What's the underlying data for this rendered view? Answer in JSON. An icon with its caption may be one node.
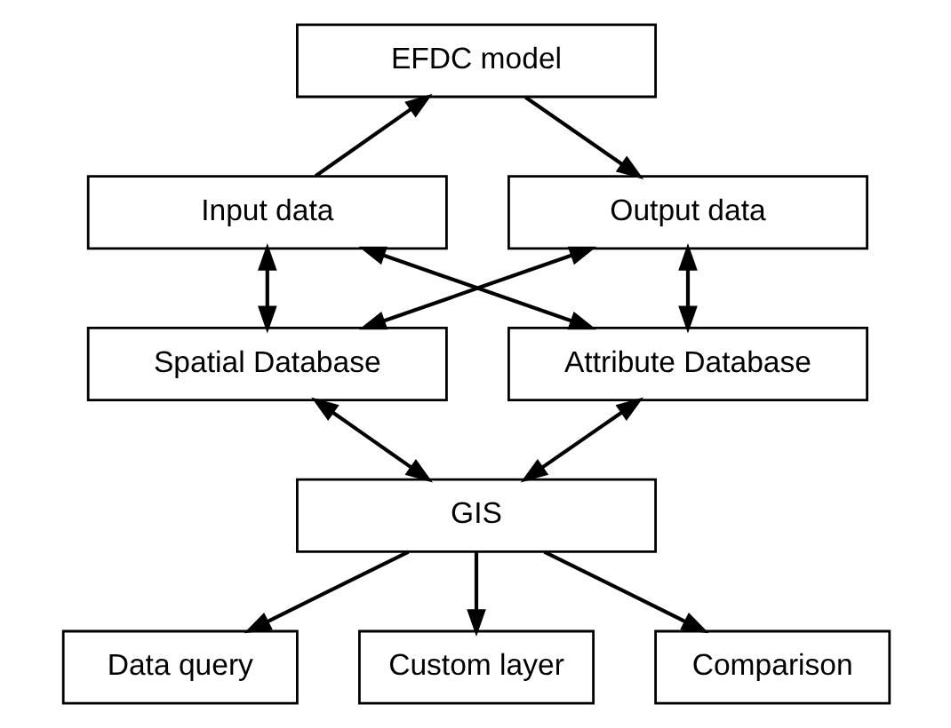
{
  "diagram": {
    "nodes": [
      {
        "text": [
          "EFDC model"
        ]
      },
      {
        "text": [
          "Input data"
        ]
      },
      {
        "text": [
          "Output data"
        ]
      },
      {
        "text": [
          "Spatial Database"
        ]
      },
      {
        "text": [
          "Attribute Database"
        ]
      },
      {
        "text": [
          "GIS"
        ]
      },
      {
        "text": [
          "Data query"
        ]
      },
      {
        "text": [
          "Custom layer"
        ]
      },
      {
        "text": [
          "Comparison"
        ]
      }
    ],
    "edges": [
      {
        "from": 1,
        "to": 0,
        "arrow": "to"
      },
      {
        "from": 0,
        "to": 2,
        "arrow": "to"
      },
      {
        "from": 1,
        "to": 3,
        "arrow": "both"
      },
      {
        "from": 1,
        "to": 4,
        "arrow": "both"
      },
      {
        "from": 2,
        "to": 3,
        "arrow": "both"
      },
      {
        "from": 2,
        "to": 4,
        "arrow": "both"
      },
      {
        "from": 3,
        "to": 5,
        "arrow": "both"
      },
      {
        "from": 4,
        "to": 5,
        "arrow": "both"
      },
      {
        "from": 5,
        "to": 6,
        "arrow": "to"
      },
      {
        "from": 5,
        "to": 7,
        "arrow": "to"
      },
      {
        "from": 5,
        "to": 8,
        "arrow": "to"
      }
    ]
  }
}
